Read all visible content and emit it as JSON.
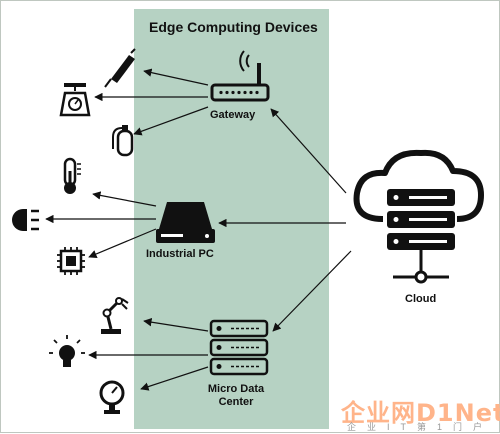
{
  "title": "Edge Computing Devices",
  "nodes": {
    "gateway": "Gateway",
    "industrial_pc": "Industrial PC",
    "micro_data_center": "Micro Data Center",
    "cloud": "Cloud"
  },
  "watermark": {
    "brand": "企业网D1Net",
    "tagline": "企业IT第1门户"
  },
  "colors": {
    "band": "#a9cab8",
    "icon": "#111111"
  }
}
